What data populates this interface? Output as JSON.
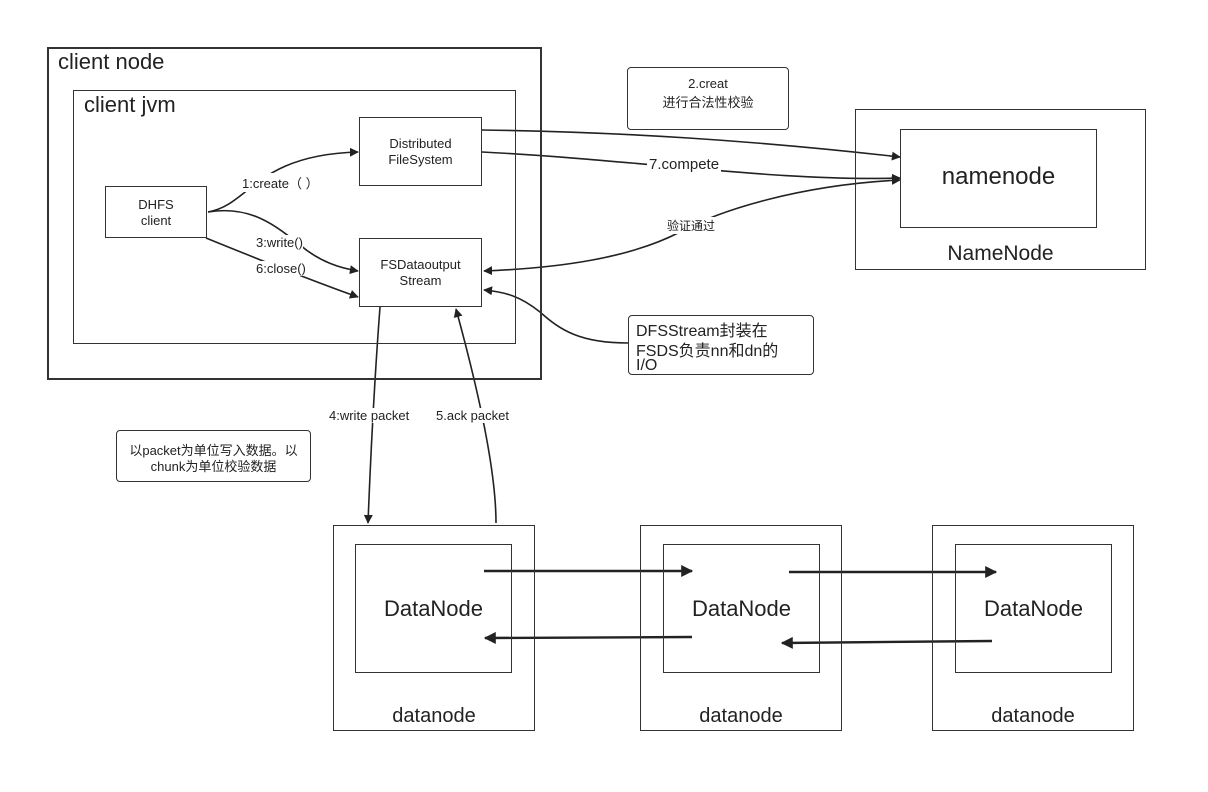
{
  "client": {
    "node_title": "client node",
    "jvm_title": "client jvm",
    "dhfs_line1": "DHFS",
    "dhfs_line2": "client",
    "dfs_line1": "Distributed",
    "dfs_line2": "FileSystem",
    "fsdos_line1": "FSDataoutput",
    "fsdos_line2": "Stream"
  },
  "labels": {
    "create": "1:create（ ）",
    "write": "3:write()",
    "close": "6:close()",
    "compete": "7.compete",
    "verify": "验证通过",
    "write_packet": "4:write packet",
    "ack_packet": "5.ack packet"
  },
  "notes": {
    "creat_line1": "2.creat",
    "creat_line2": "进行合法性校验",
    "dfs_line1": "DFSStream封装在",
    "dfs_line2": "FSDS负责nn和dn的",
    "dfs_line3": "I/O",
    "packet_line1": "以packet为单位写入数据。以",
    "packet_line2": "chunk为单位校验数据"
  },
  "namenode": {
    "inner": "namenode",
    "outer": "NameNode"
  },
  "datanodes": [
    {
      "inner": "DataNode",
      "outer": "datanode"
    },
    {
      "inner": "DataNode",
      "outer": "datanode"
    },
    {
      "inner": "DataNode",
      "outer": "datanode"
    }
  ]
}
